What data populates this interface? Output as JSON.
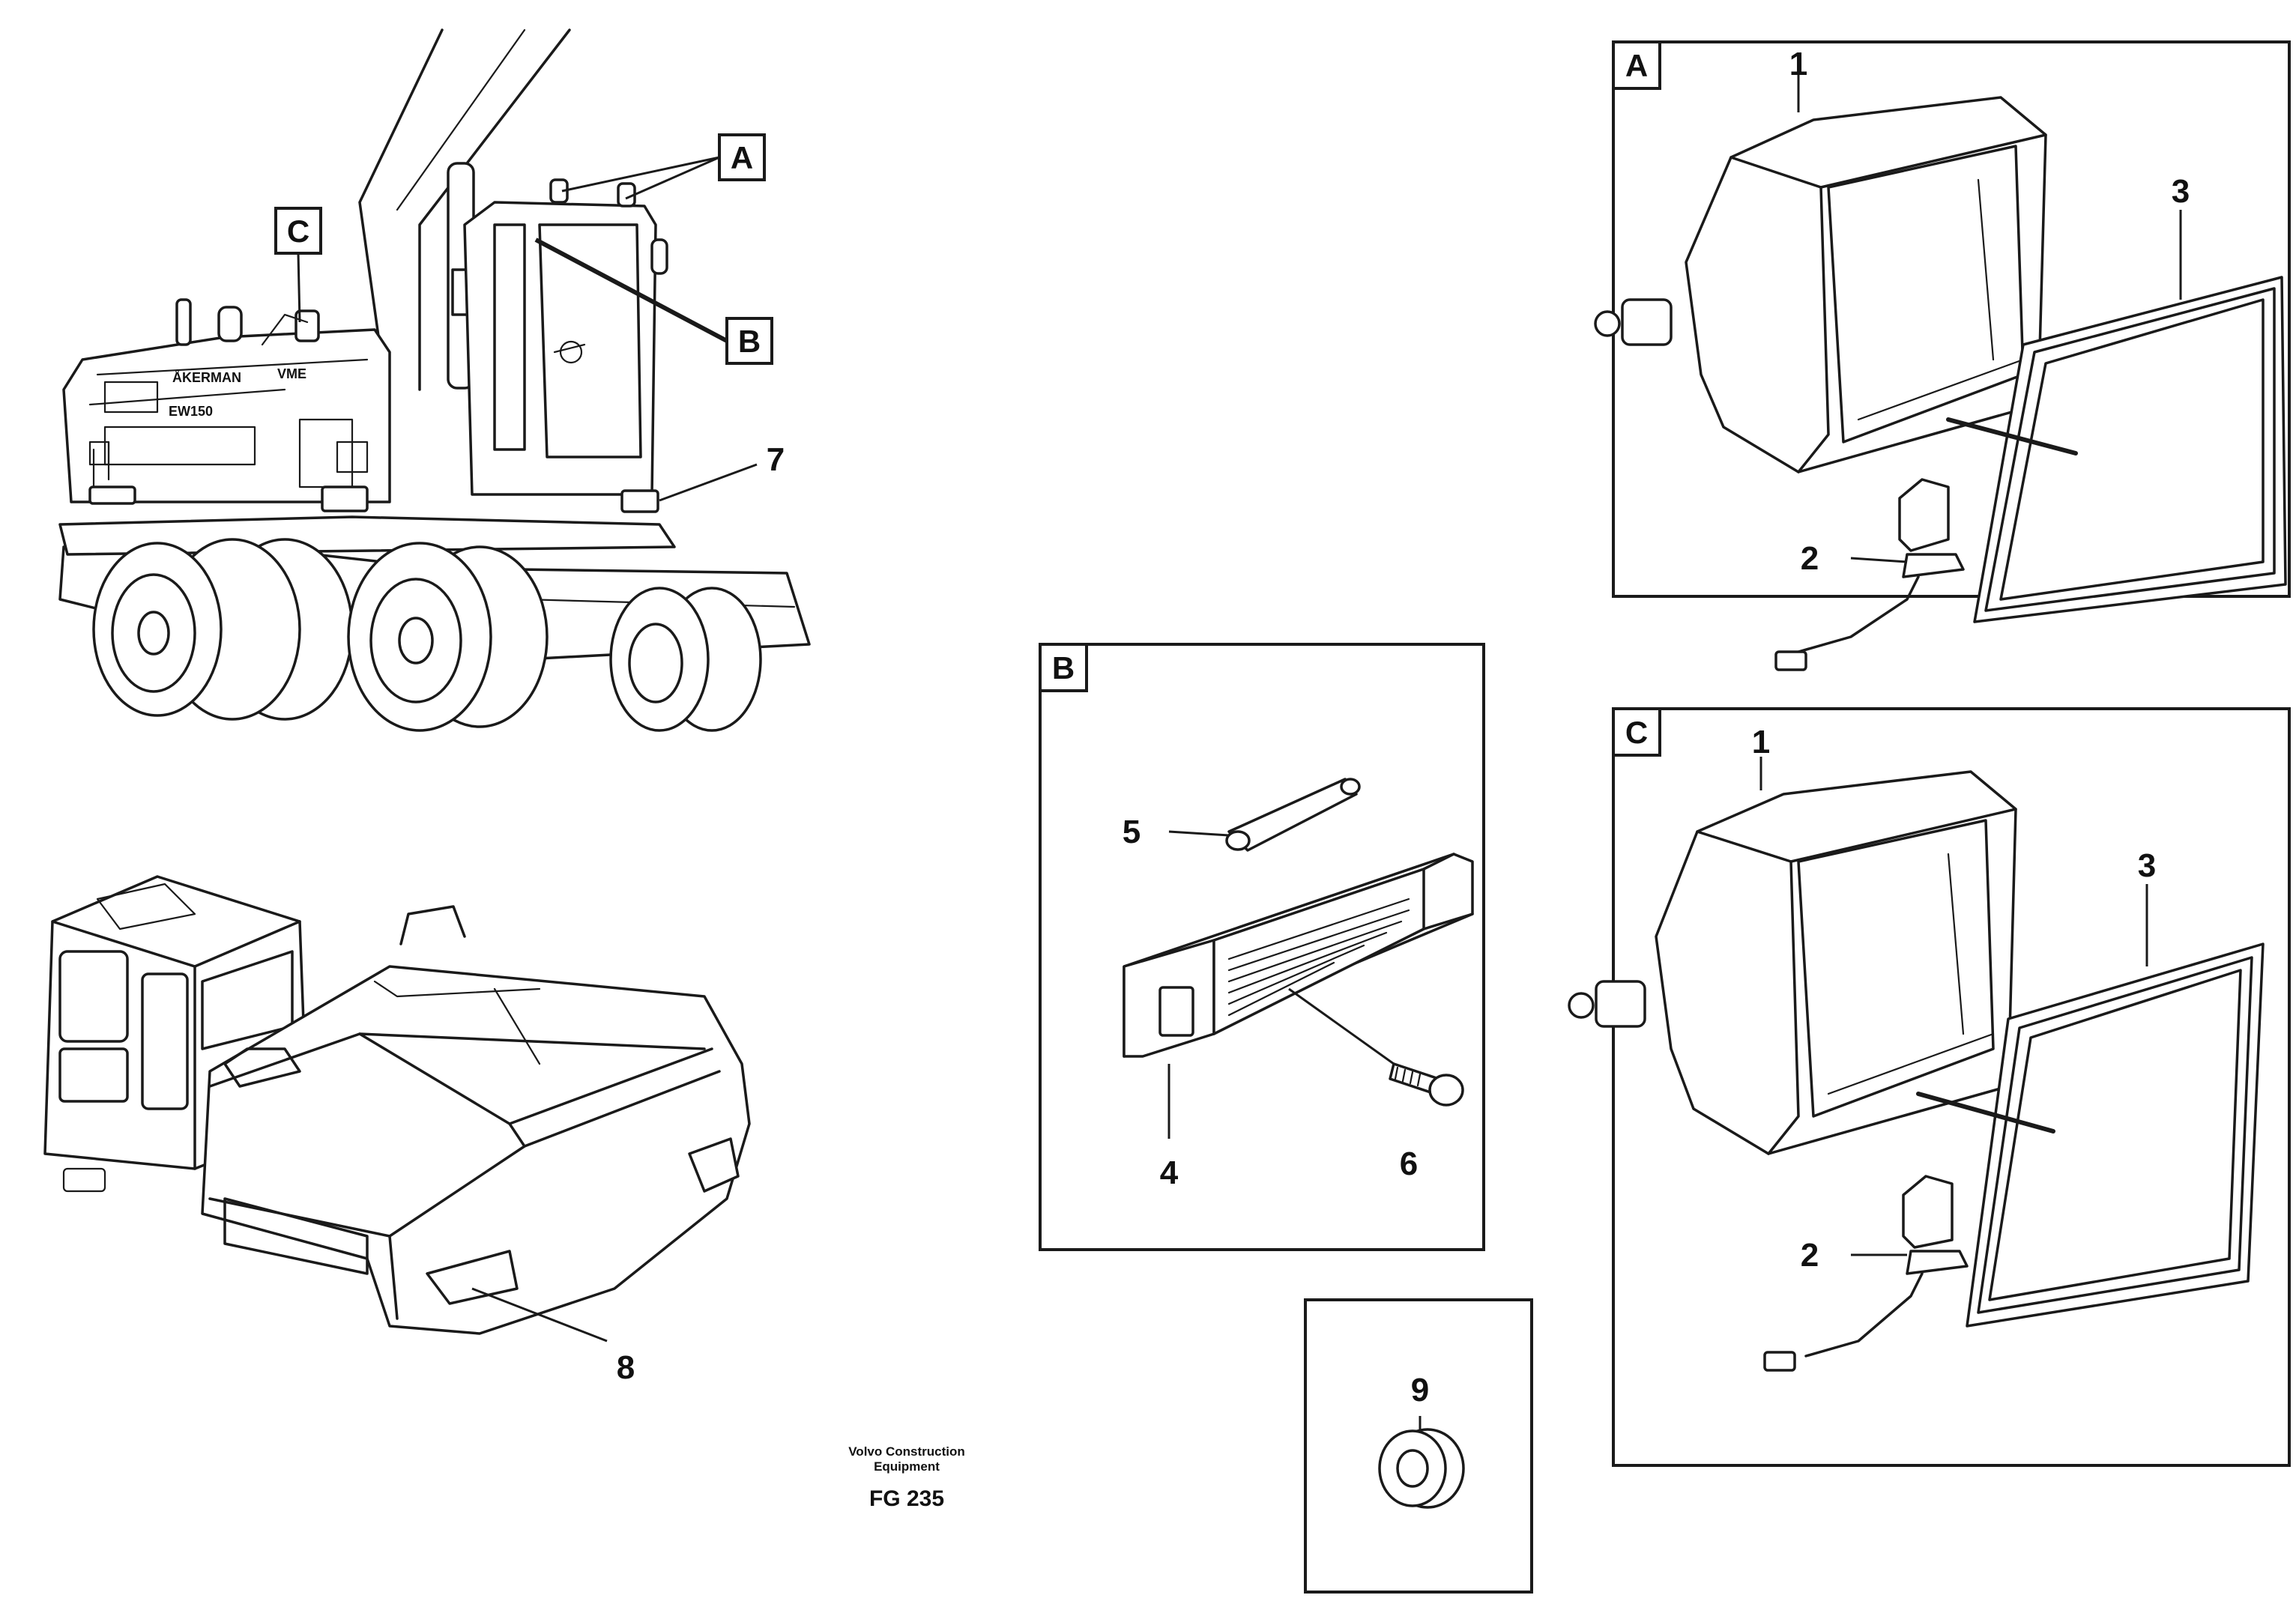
{
  "callouts": {
    "detail_a": "A",
    "detail_b": "B",
    "detail_c": "C",
    "n1": "1",
    "n2": "2",
    "n3": "3",
    "n4": "4",
    "n5": "5",
    "n6": "6",
    "n7": "7",
    "n8": "8",
    "n9": "9"
  },
  "machine_markings": {
    "brand": "ÅKERMAN",
    "model": "EW150",
    "logo": "VME"
  },
  "footer": {
    "company_line1": "Volvo Construction",
    "company_line2": "Equipment",
    "figure_code": "FG 235"
  }
}
